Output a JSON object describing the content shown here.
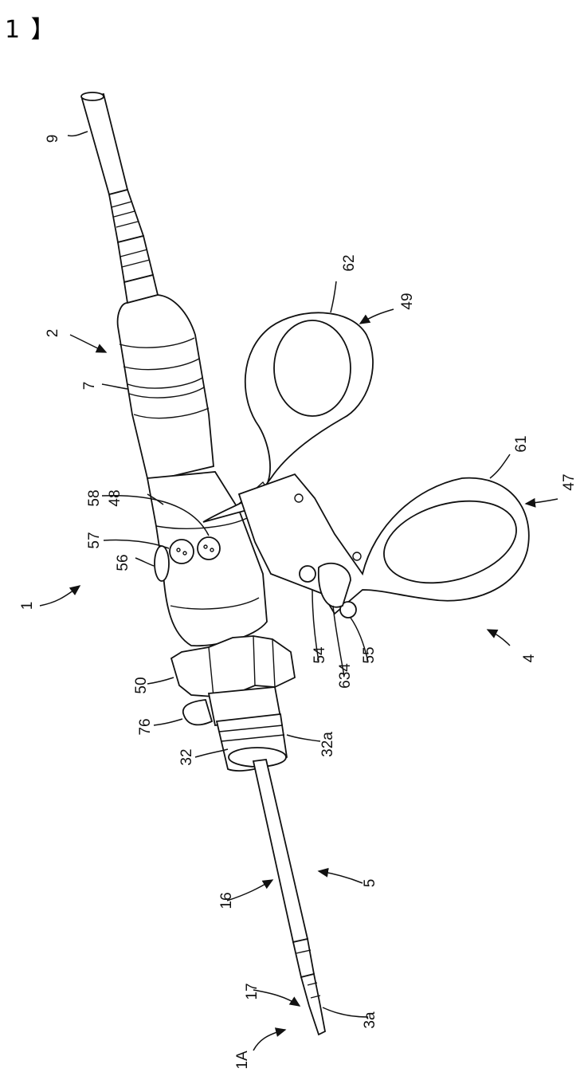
{
  "header": {
    "text": "1 】"
  },
  "colors": {
    "ink": "#111111",
    "paper": "#ffffff"
  },
  "labels": {
    "l9": "9",
    "l2": "2",
    "l7": "7",
    "l62": "62",
    "l49": "49",
    "l61": "61",
    "l47": "47",
    "l58": "58",
    "l48": "48",
    "l57": "57",
    "l56": "56",
    "l1": "1",
    "l54": "54",
    "l634": "634",
    "l55": "55",
    "l4": "4",
    "l50": "50",
    "l76": "76",
    "l32": "32",
    "l32a": "32a",
    "l16": "16",
    "l5": "5",
    "l17": "17",
    "l3a": "3a",
    "l1A": "1A"
  }
}
